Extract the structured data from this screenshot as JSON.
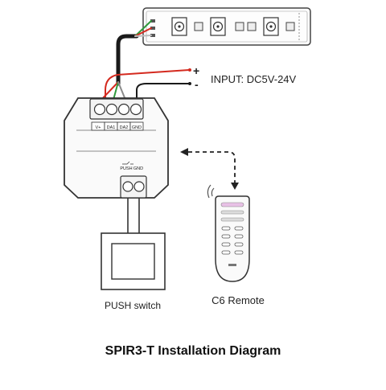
{
  "diagram": {
    "input_label": "INPUT: DC5V-24V",
    "polarity_plus": "+",
    "polarity_minus": "-",
    "terminal_labels": [
      "V+",
      "DA1",
      "DA2",
      "GND"
    ],
    "push_terminal_labels": [
      "PUSH",
      "GND"
    ],
    "push_switch_label": "PUSH switch",
    "remote_label": "C6 Remote",
    "caption": "SPIR3-T Installation Diagram"
  },
  "colors": {
    "wire_red": "#d42a1f",
    "wire_green": "#2f9a3c",
    "wire_black": "#1a1a1a",
    "wire_gray": "#8a8a8a",
    "wire_white": "#bdbdbd",
    "outline": "#333333",
    "background": "#ffffff"
  }
}
